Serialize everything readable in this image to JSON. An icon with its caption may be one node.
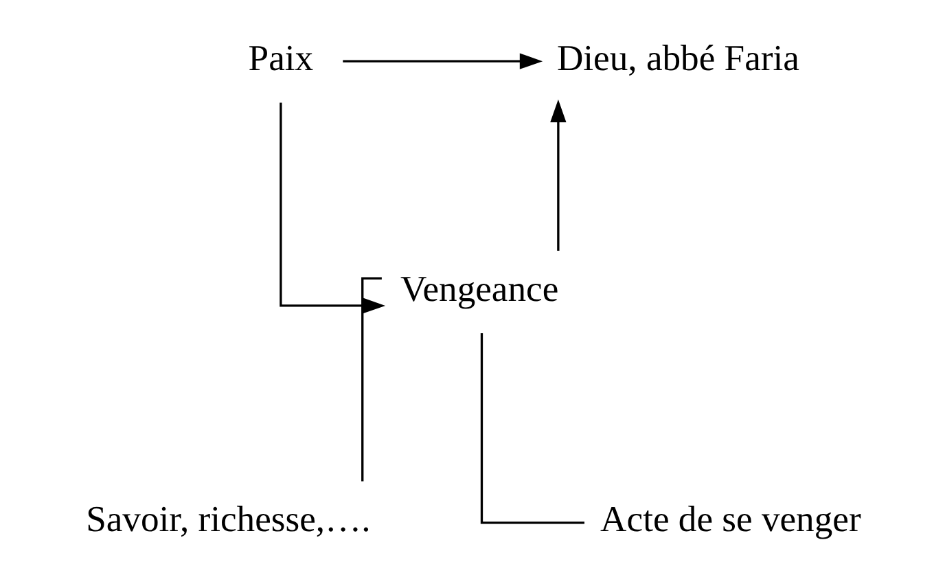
{
  "diagram": {
    "nodes": [
      {
        "text": [
          "Dieu, abbé Faria"
        ]
      },
      {
        "text": [
          "Paix"
        ]
      },
      {
        "text": [
          "Vengeance"
        ]
      },
      {
        "text": [
          "Savoir, richesse,…."
        ]
      },
      {
        "text": [
          "Acte de se venger"
        ]
      }
    ],
    "edges": [
      {
        "from": 1,
        "to": 0,
        "arrow": "to"
      },
      {
        "from": 2,
        "to": 0,
        "arrow": "to"
      },
      {
        "from": 1,
        "to": 2,
        "arrow": "to"
      },
      {
        "from": 2,
        "to": 3,
        "arrow": "none"
      },
      {
        "from": 2,
        "to": 4,
        "arrow": "none"
      }
    ]
  }
}
